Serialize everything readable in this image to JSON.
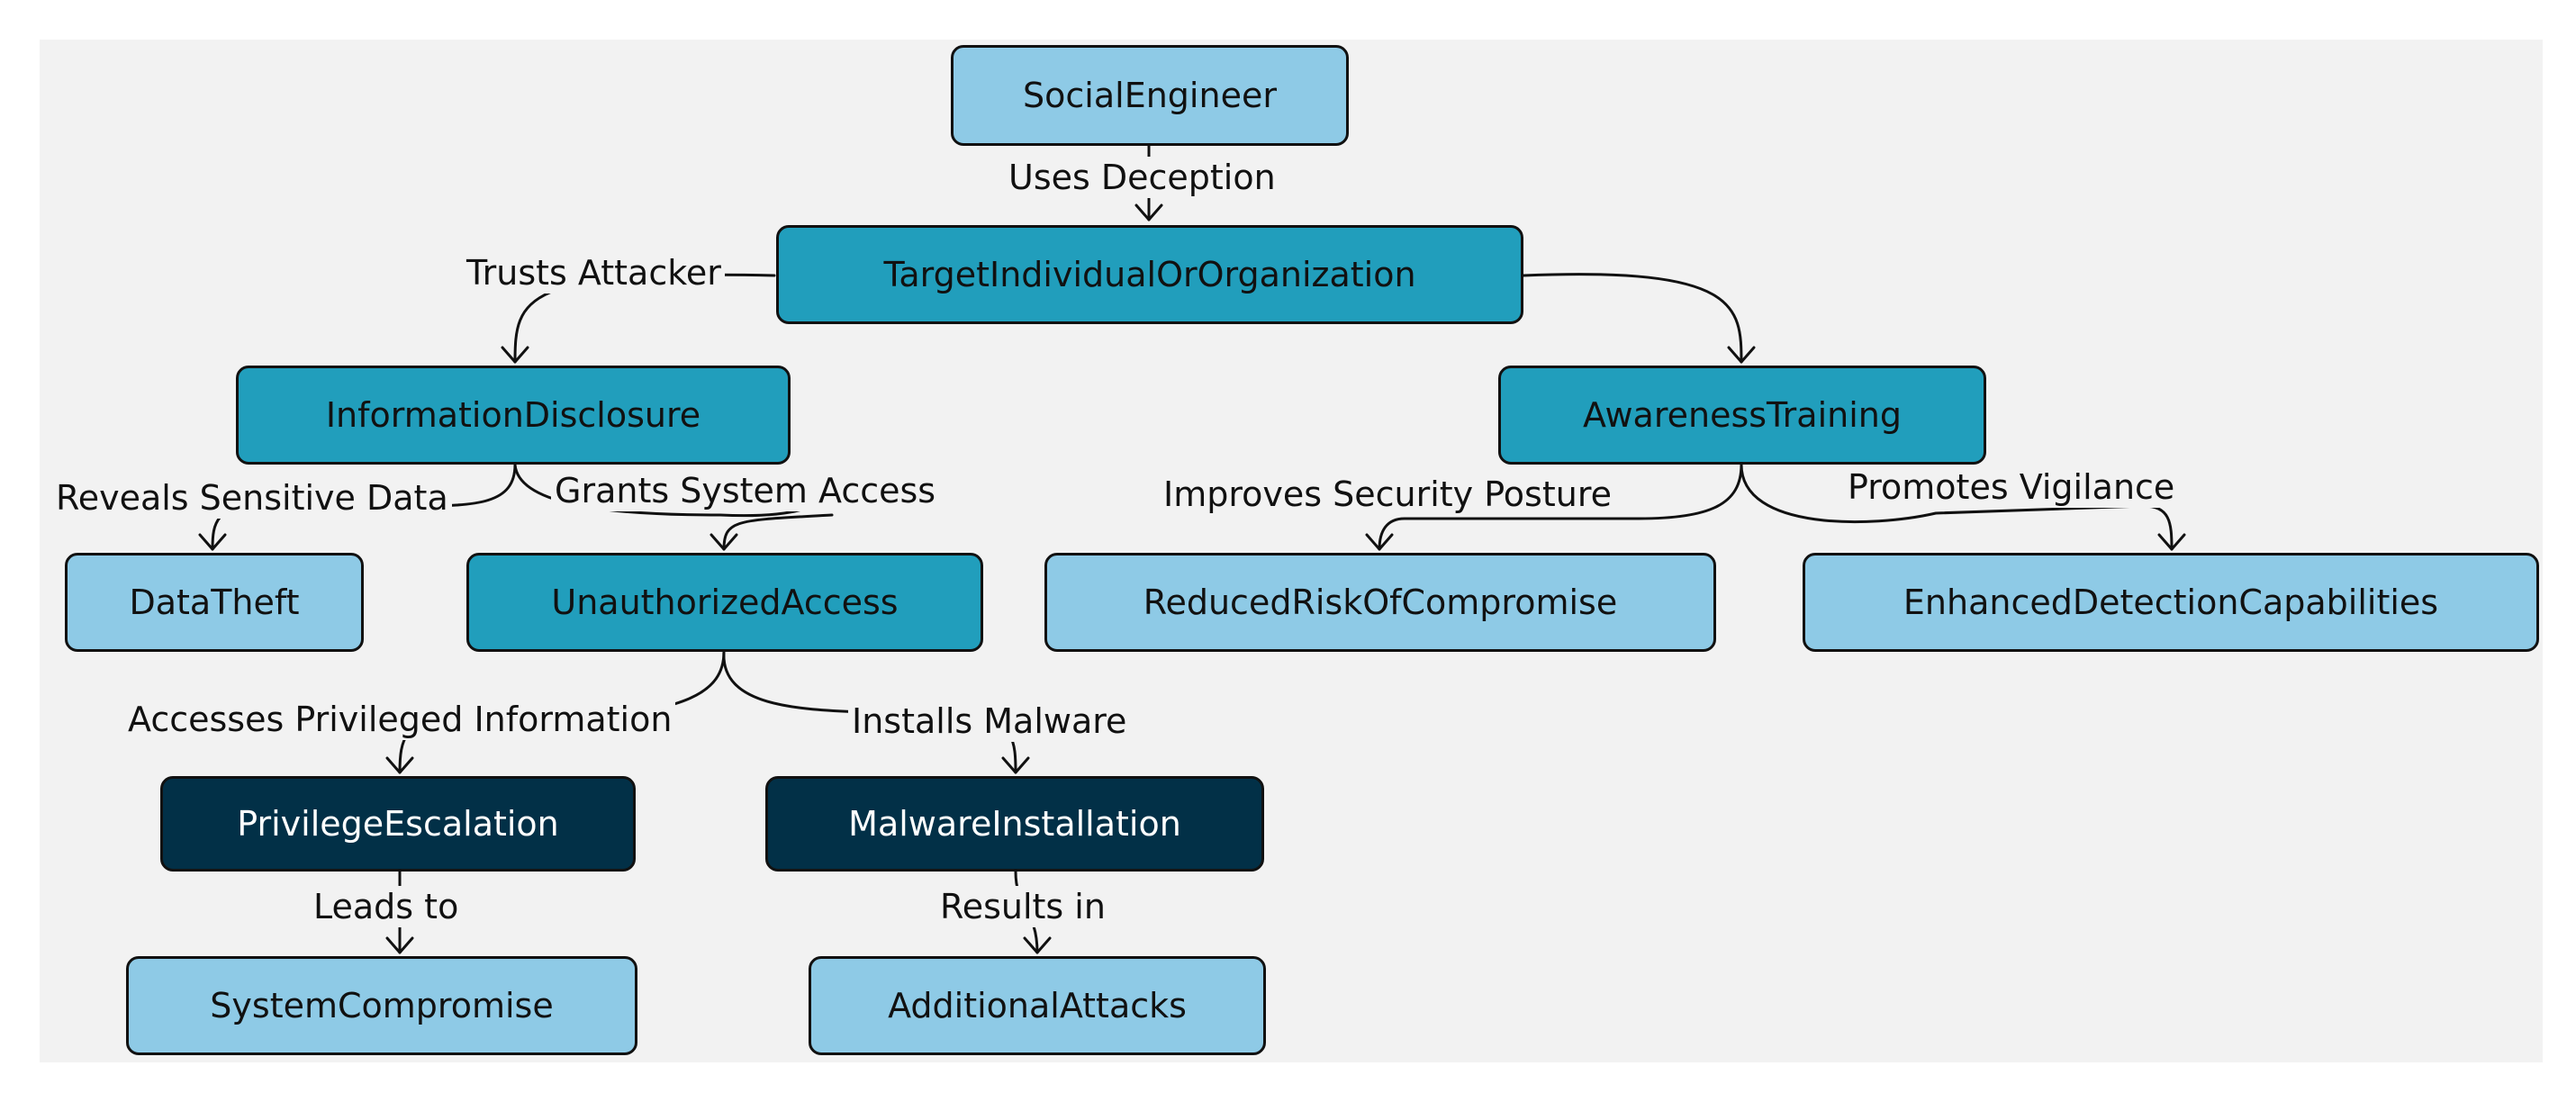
{
  "colors": {
    "light": "#8ecae6",
    "mid": "#219ebc",
    "dark": "#023047",
    "background": "#f2f2f2",
    "stroke": "#111111"
  },
  "nodes": {
    "social_engineer": "SocialEngineer",
    "target": "TargetIndividualOrOrganization",
    "information_disclosure": "InformationDisclosure",
    "awareness_training": "AwarenessTraining",
    "data_theft": "DataTheft",
    "unauthorized_access": "UnauthorizedAccess",
    "reduced_risk": "ReducedRiskOfCompromise",
    "enhanced_detection": "EnhancedDetectionCapabilities",
    "privilege_escalation": "PrivilegeEscalation",
    "malware_installation": "MalwareInstallation",
    "system_compromise": "SystemCompromise",
    "additional_attacks": "AdditionalAttacks"
  },
  "edges": {
    "uses_deception": "Uses Deception",
    "trusts_attacker": "Trusts Attacker",
    "reveals_sensitive_data": "Reveals Sensitive Data",
    "grants_system_access": "Grants System Access",
    "improves_security_posture": "Improves Security Posture",
    "promotes_vigilance": "Promotes Vigilance",
    "accesses_privileged_information": "Accesses Privileged Information",
    "installs_malware": "Installs Malware",
    "leads_to": "Leads to",
    "results_in": "Results in"
  }
}
